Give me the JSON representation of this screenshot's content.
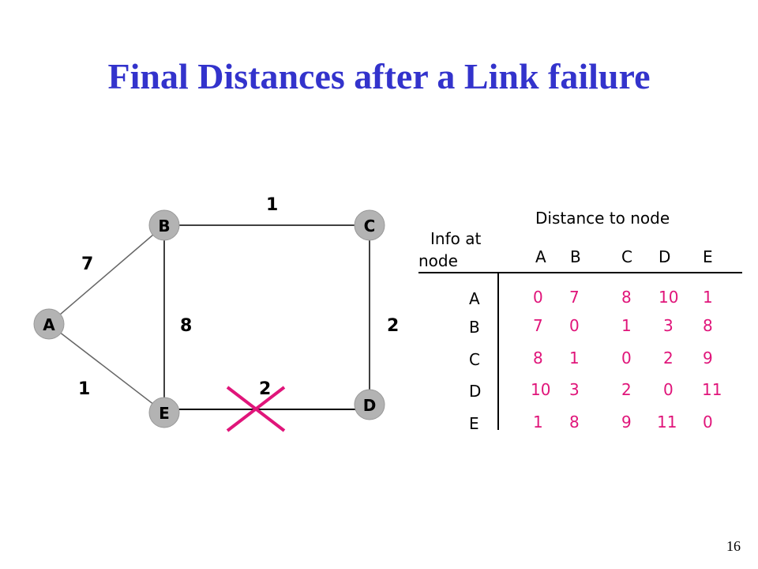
{
  "title": "Final Distances after a Link failure",
  "page_number": "16",
  "colors": {
    "title": "#3333cc",
    "table_values": "#e0157a",
    "node_fill": "#b3b3b3",
    "cross": "#e0157a"
  },
  "graph": {
    "nodes": {
      "A": "A",
      "B": "B",
      "C": "C",
      "D": "D",
      "E": "E"
    },
    "edges": {
      "AB": "7",
      "BC": "1",
      "BE": "8",
      "CD": "2",
      "AE": "1",
      "ED": "2"
    },
    "failed_link": "E-D"
  },
  "table": {
    "header_distance": "Distance to node",
    "header_info_line1": "Info at",
    "header_info_line2": "node",
    "columns": [
      "A",
      "B",
      "C",
      "D",
      "E"
    ],
    "rows": [
      {
        "label": "A",
        "values": [
          "0",
          "7",
          "8",
          "10",
          "1"
        ]
      },
      {
        "label": "B",
        "values": [
          "7",
          "0",
          "1",
          "3",
          "8"
        ]
      },
      {
        "label": "C",
        "values": [
          "8",
          "1",
          "0",
          "2",
          "9"
        ]
      },
      {
        "label": "D",
        "values": [
          "10",
          "3",
          "2",
          "0",
          "11"
        ]
      },
      {
        "label": "E",
        "values": [
          "1",
          "8",
          "9",
          "11",
          "0"
        ]
      }
    ]
  }
}
